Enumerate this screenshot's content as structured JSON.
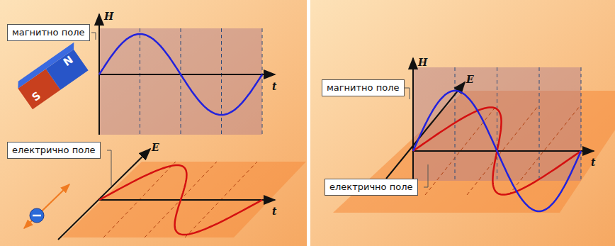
{
  "diagram": {
    "nodes": [
      {
        "text": [
          "магнитно поле"
        ]
      },
      {
        "text": [
          "електрично поле"
        ]
      },
      {
        "text": [
          "магнитно поле"
        ]
      },
      {
        "text": [
          "електрично поле"
        ]
      }
    ],
    "labels": [
      "H",
      "t",
      "N",
      "S",
      "E",
      "t",
      "H",
      "E",
      "t"
    ]
  }
}
